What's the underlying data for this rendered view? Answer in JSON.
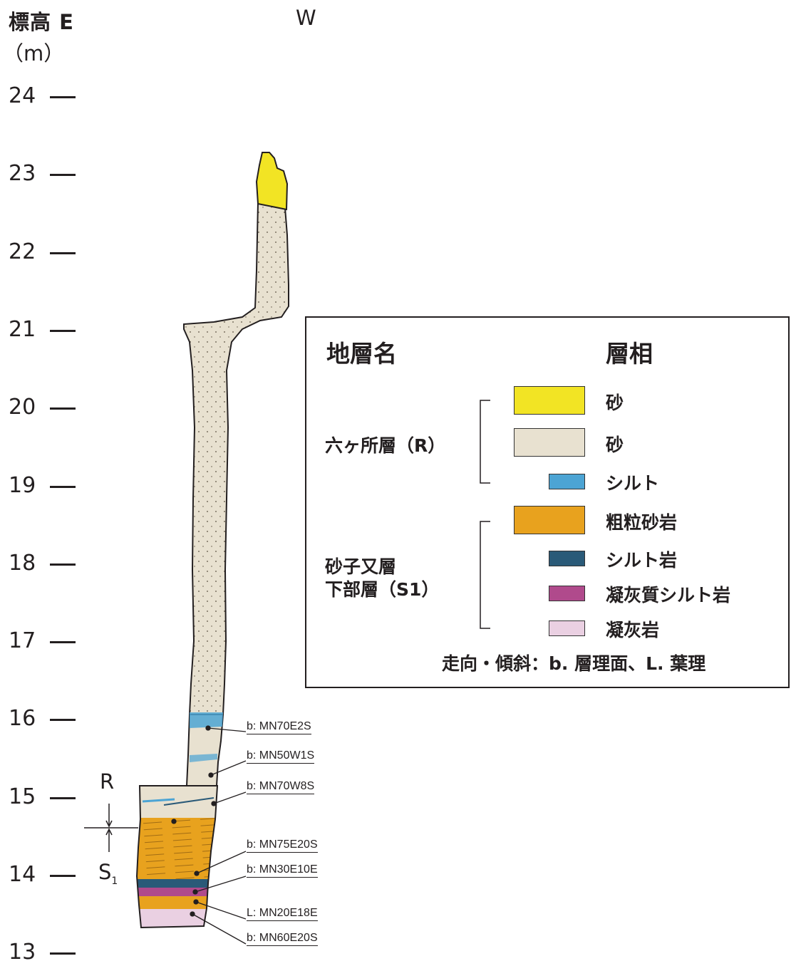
{
  "header": {
    "axis_title": "標高 E",
    "unit": "（m）",
    "west_label": "W"
  },
  "axis": {
    "ticks": [
      "24",
      "23",
      "22",
      "21",
      "20",
      "19",
      "18",
      "17",
      "16",
      "15",
      "14",
      "13"
    ]
  },
  "boundary": {
    "upper_label": "R",
    "lower_label": "S",
    "lower_sub": "1"
  },
  "strikes": [
    "b: MN70E2S",
    "b: MN50W1S",
    "b: MN70W8S",
    "b: MN75E20S",
    "b: MN30E10E",
    "L: MN20E18E",
    "b: MN60E20S"
  ],
  "legend": {
    "heading_formation": "地層名",
    "heading_facies": "層相",
    "rokkasho": "六ヶ所層（R）",
    "sunako_line1": "砂子又層",
    "sunako_line2": "下部層（S1）",
    "items": [
      {
        "label": "砂",
        "color": "#f2e424"
      },
      {
        "label": "砂",
        "color": "#e8e1d0"
      },
      {
        "label": "シルト",
        "color": "#4ca4d4"
      },
      {
        "label": "粗粒砂岩",
        "color": "#e8a21e"
      },
      {
        "label": "シルト岩",
        "color": "#2a5a78"
      },
      {
        "label": "凝灰質シルト岩",
        "color": "#b04a8c"
      },
      {
        "label": "凝灰岩",
        "color": "#ead0e2"
      }
    ],
    "note": "走向・傾斜：b. 層理面、L. 葉理"
  }
}
